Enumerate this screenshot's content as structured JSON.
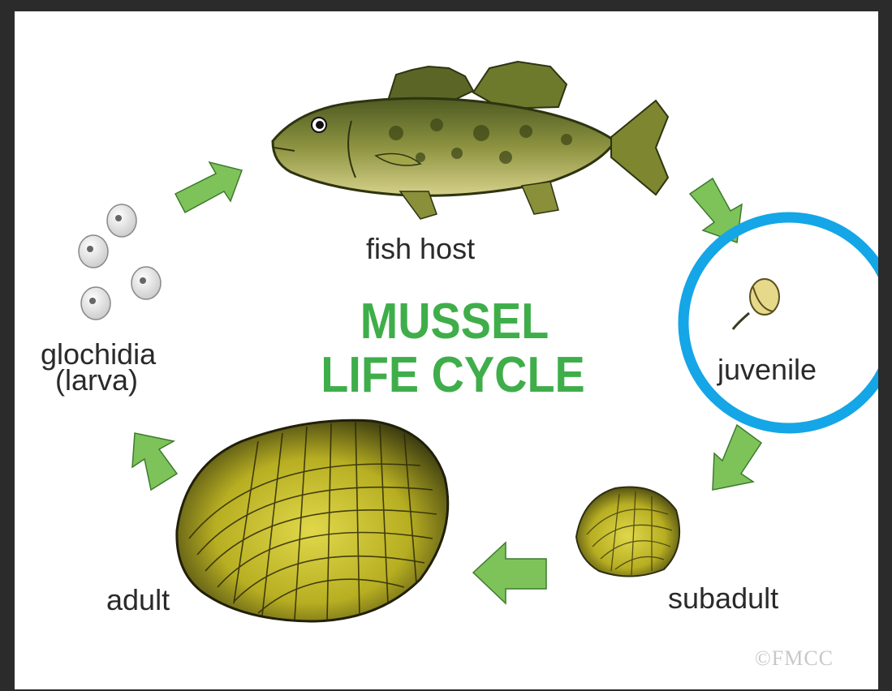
{
  "title": {
    "line1": "MUSSEL",
    "line2": "LIFE CYCLE"
  },
  "stages": {
    "fish_host": "fish host",
    "juvenile": "juvenile",
    "subadult": "subadult",
    "adult": "adult",
    "glochidia_line1": "glochidia",
    "glochidia_line2": "(larva)"
  },
  "copyright": "©FMCC",
  "colors": {
    "title": "#3fae4a",
    "arrow": "#7dc35a",
    "highlight_circle": "#14a6e6",
    "shell": "#c9c22a",
    "fish": "#8a8f3a"
  }
}
